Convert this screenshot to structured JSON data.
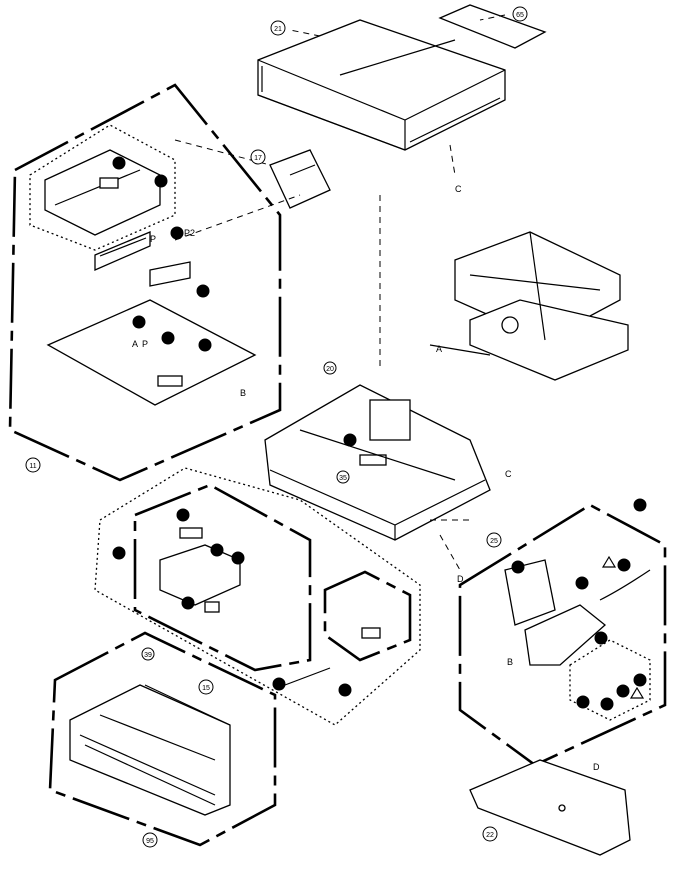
{
  "callouts": {
    "c21": "21",
    "c65": "65",
    "c17": "17",
    "c20": "20",
    "c25": "25",
    "c35": "35",
    "c11": "11",
    "c15": "15",
    "c22": "22",
    "c95": "95",
    "c39": "39"
  },
  "letters": {
    "a": "A",
    "b": "B",
    "c": "C",
    "d": "D",
    "p": "P",
    "p2": "P2"
  }
}
